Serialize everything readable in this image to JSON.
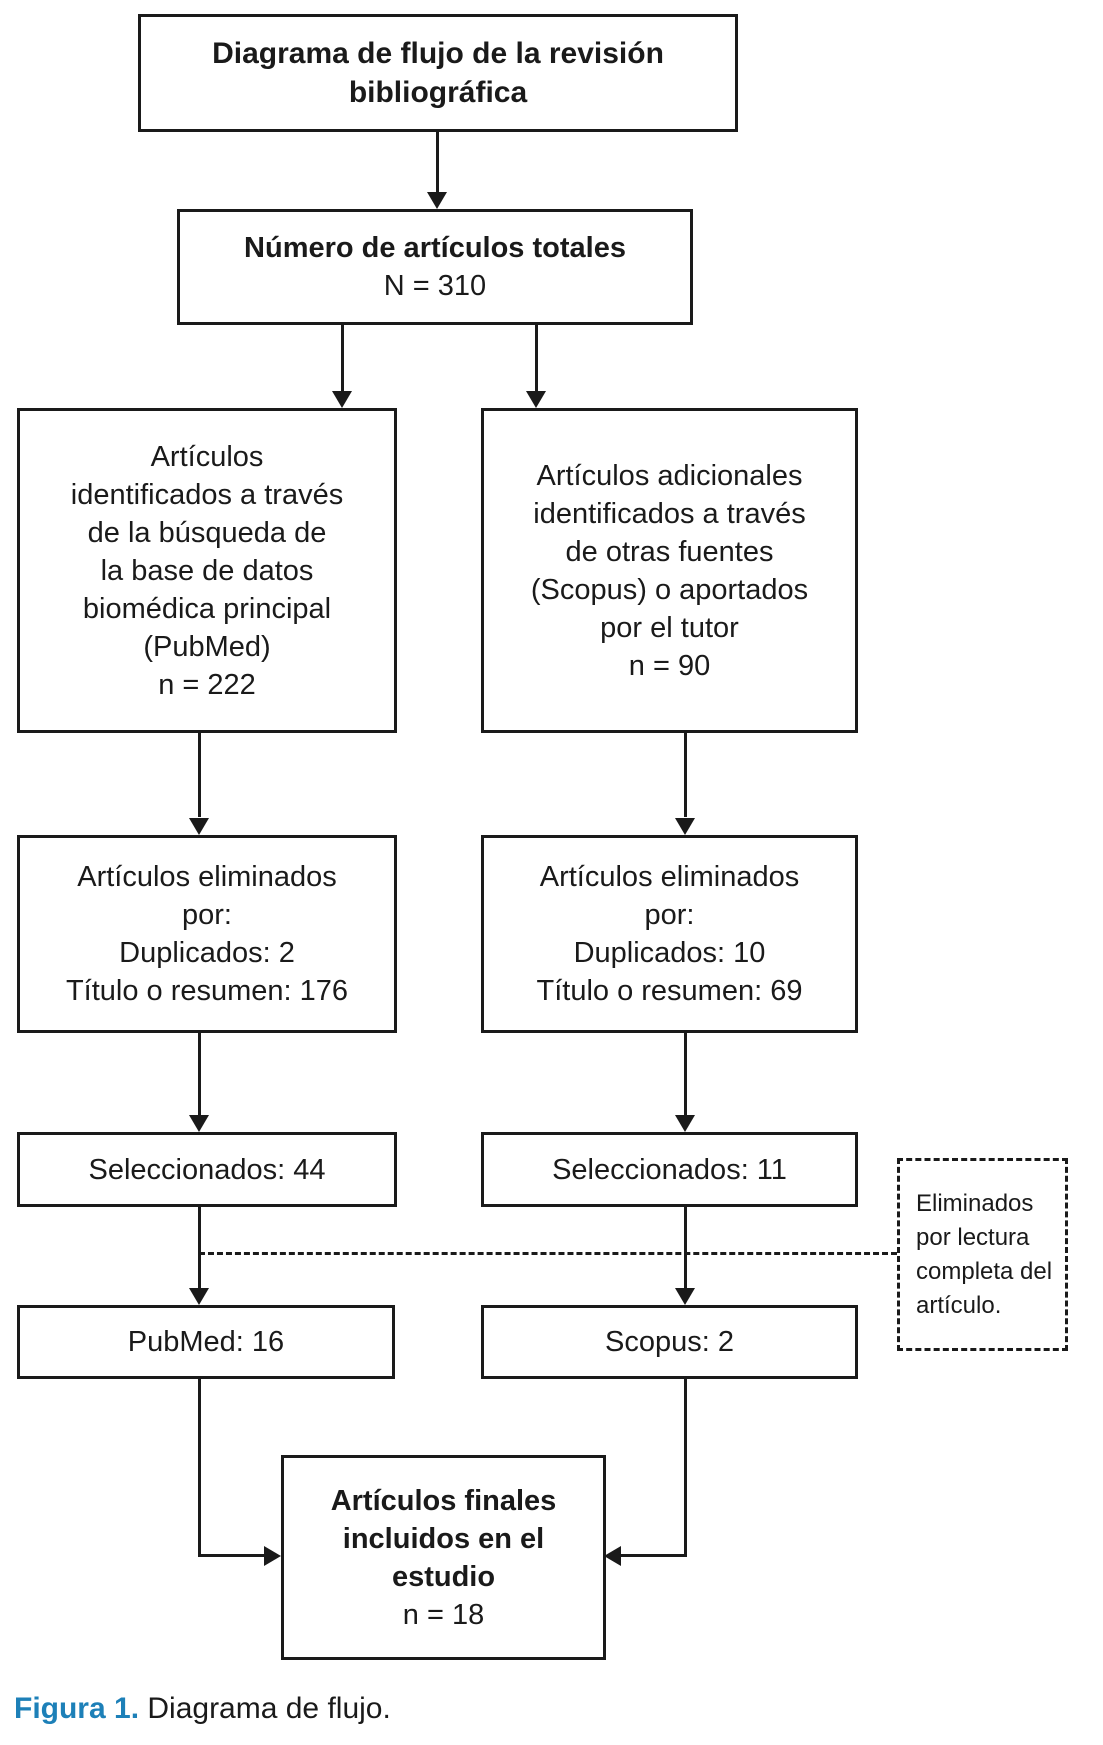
{
  "diagram": {
    "title_box": {
      "line1": "Diagrama de flujo de la revisión",
      "line2": "bibliográfica"
    },
    "total_box": {
      "label": "Número de artículos totales",
      "count": "N = 310"
    },
    "left_source": {
      "lines": [
        "Artículos",
        "identificados a través",
        "de la búsqueda de",
        "la base de datos",
        "biomédica principal",
        "(PubMed)",
        "n = 222"
      ]
    },
    "right_source": {
      "lines": [
        "Artículos adicionales",
        "identificados a través",
        "de otras fuentes",
        "(Scopus) o aportados",
        "por el tutor",
        "n = 90"
      ]
    },
    "left_removed": {
      "lines": [
        "Artículos eliminados",
        "por:",
        "Duplicados: 2",
        "Título o resumen: 176"
      ]
    },
    "right_removed": {
      "lines": [
        "Artículos eliminados",
        "por:",
        "Duplicados: 10",
        "Título o resumen: 69"
      ]
    },
    "left_selected": {
      "text": "Seleccionados: 44"
    },
    "right_selected": {
      "text": "Seleccionados: 11"
    },
    "pubmed_box": {
      "text": "PubMed: 16"
    },
    "scopus_box": {
      "text": "Scopus: 2"
    },
    "exclusion_note": {
      "lines": [
        "Eliminados",
        "por lectura",
        "completa del",
        "artículo."
      ]
    },
    "final_box": {
      "bold_lines": [
        "Artículos finales",
        "incluidos en el",
        "estudio"
      ],
      "count": "n = 18"
    }
  },
  "caption": {
    "label": "Figura 1.",
    "text": " Diagrama de flujo."
  }
}
